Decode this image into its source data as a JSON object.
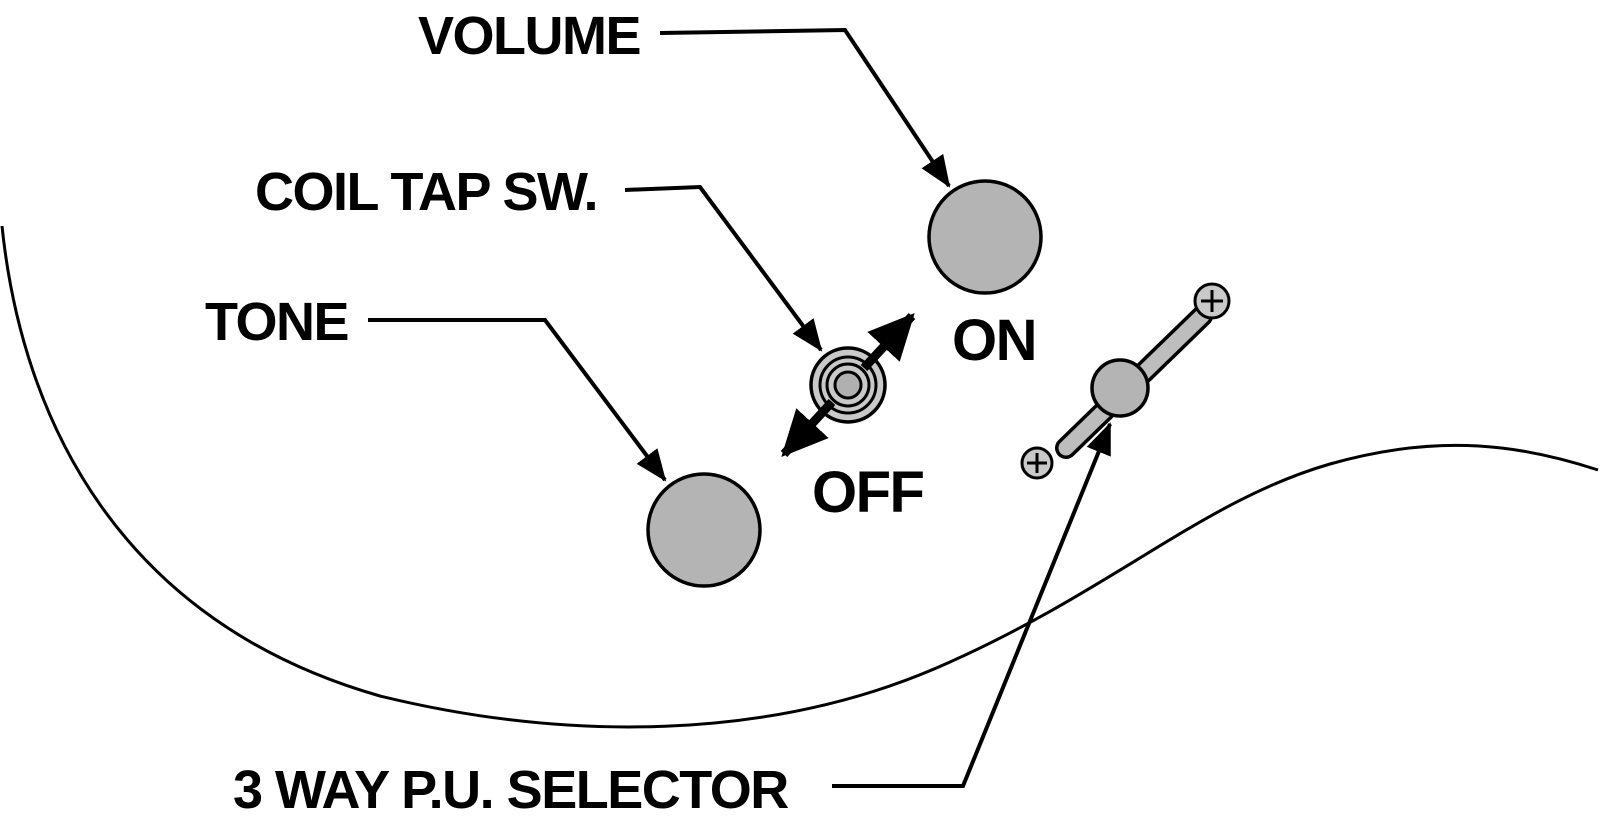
{
  "diagram": {
    "type": "guitar-controls-diagram",
    "labels": {
      "volume": "VOLUME",
      "coil_tap": "COIL TAP SW.",
      "tone": "TONE",
      "on": "ON",
      "off": "OFF",
      "selector": "3 WAY P.U. SELECTOR"
    },
    "colors": {
      "background": "#ffffff",
      "outline": "#000000",
      "knob_fill": "#b4b4b4",
      "switch_fill": "#c9c9c9",
      "lever_fill": "#bdbdbd",
      "screw_fill": "#c9c9c9"
    }
  }
}
